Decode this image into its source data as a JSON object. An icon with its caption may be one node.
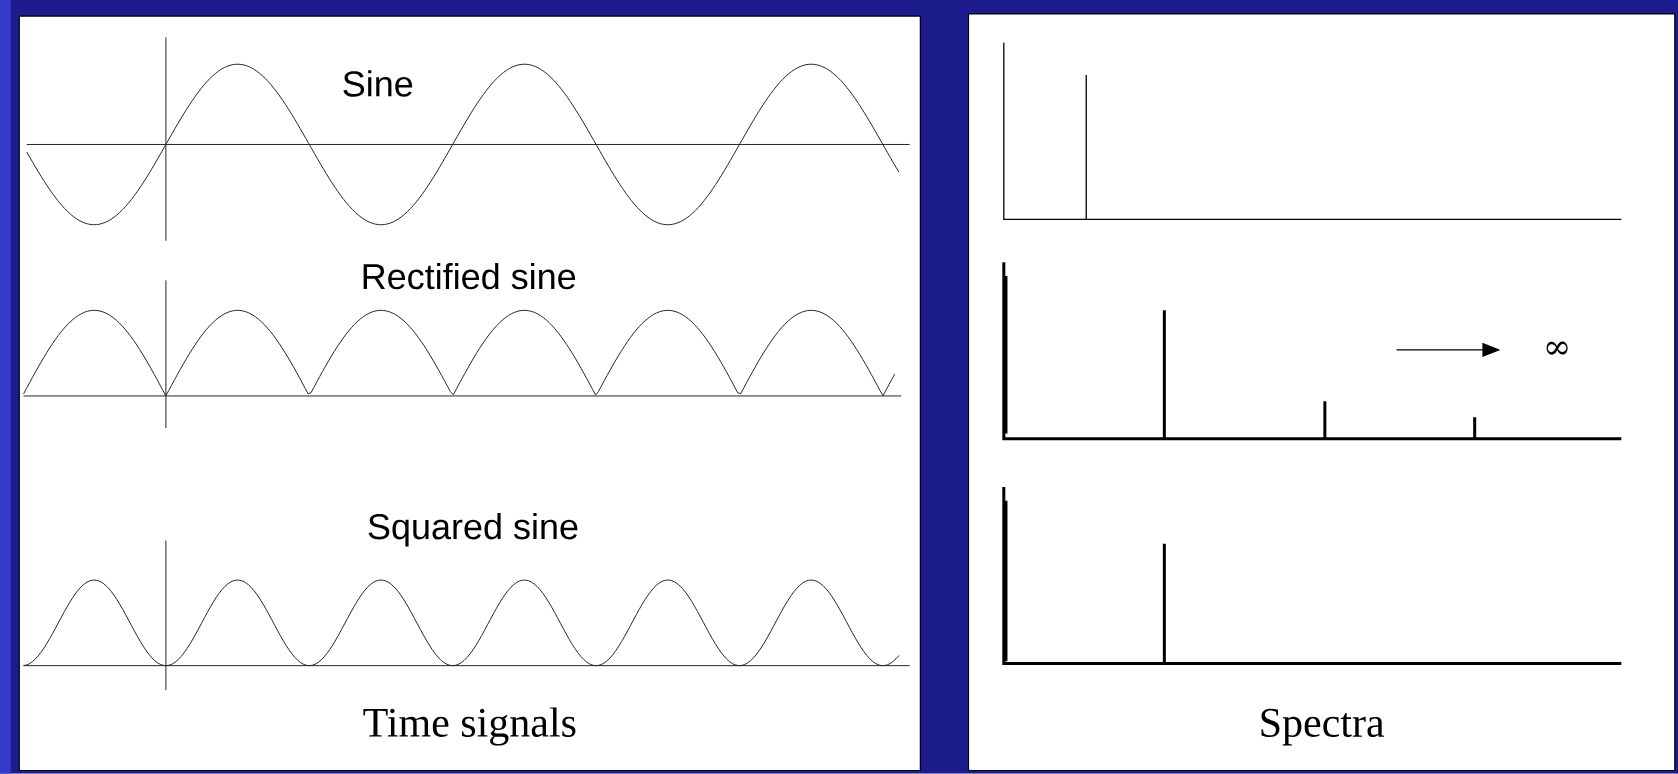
{
  "diagram": {
    "nodes": [
      {
        "text": [
          "Time signals"
        ]
      },
      {
        "text": [
          "Spectra"
        ]
      }
    ],
    "edges": [],
    "labels": [
      "Sine",
      "Rectified sine",
      "Squared sine",
      "∞"
    ]
  }
}
